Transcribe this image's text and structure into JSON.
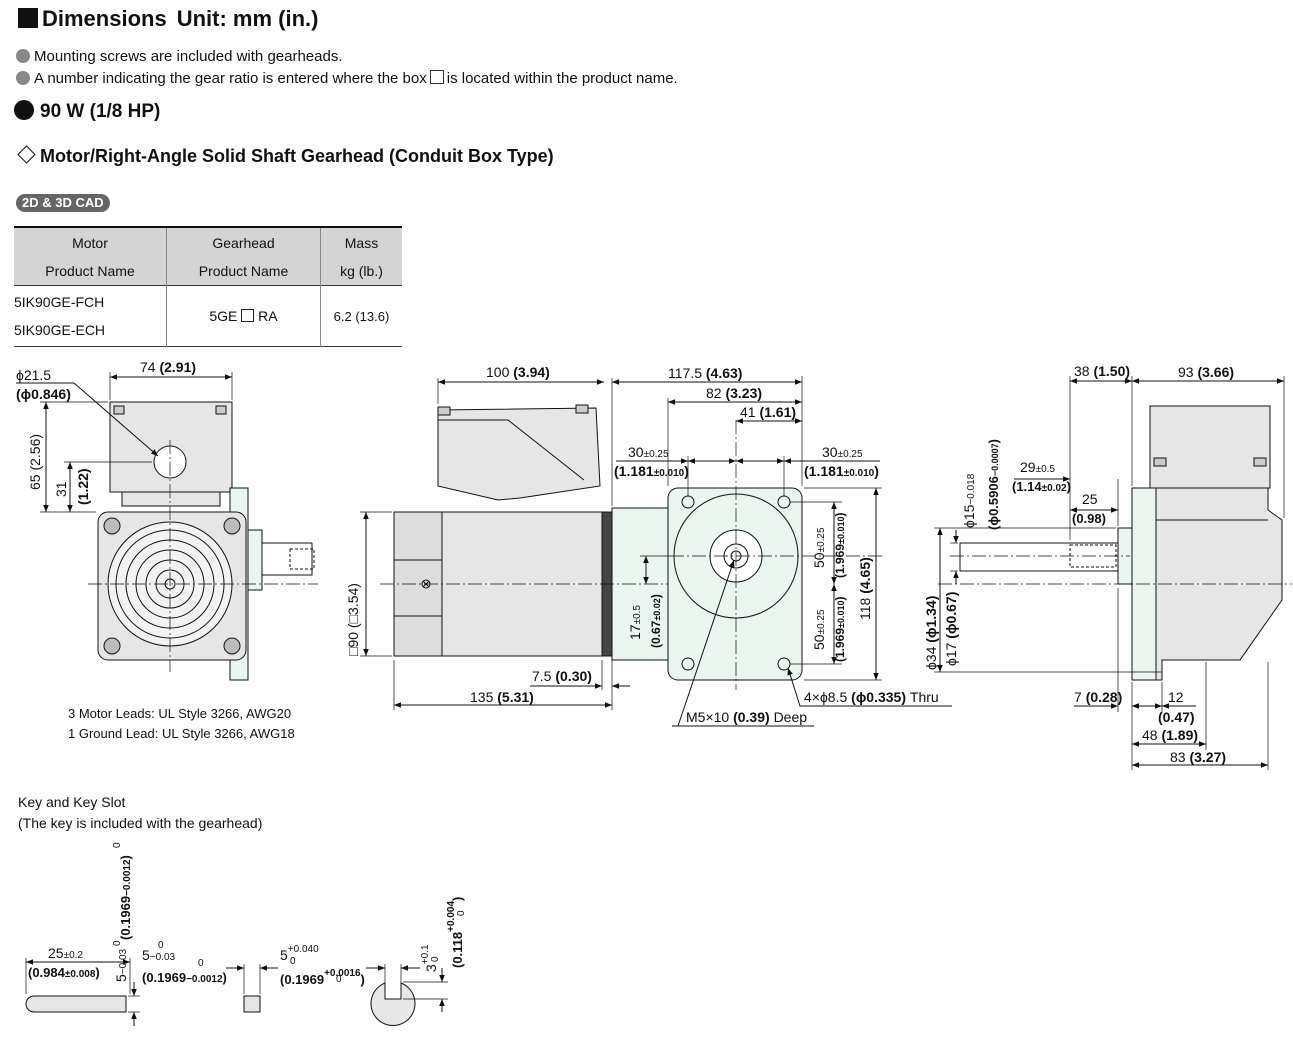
{
  "header": {
    "title": "Dimensions",
    "unit": "Unit: mm (in.)"
  },
  "notes": [
    "Mounting screws are included with gearheads.",
    "A number indicating the gear ratio is entered where the box",
    "is located within the product name."
  ],
  "power_heading": "90 W (1/8 HP)",
  "product_heading": "Motor/Right-Angle Solid Shaft Gearhead (Conduit Box Type)",
  "cad_button": "2D & 3D CAD",
  "table": {
    "headers": [
      [
        "Motor",
        "Product  Name"
      ],
      [
        "Gearhead",
        "Product  Name"
      ],
      [
        "Mass",
        "kg (lb.)"
      ]
    ],
    "motor_names": [
      "5IK90GE-FCH",
      "5IK90GE-ECH"
    ],
    "gearhead_prefix": "5GE",
    "gearhead_suffix": "RA",
    "mass": "6.2 (13.6)"
  },
  "front_view": {
    "dim_top": "74",
    "dim_top_in": "(2.91)",
    "hole_d": "ϕ21.5",
    "hole_d_in": "(ϕ0.846)",
    "dim_65": "65 (2.56)",
    "dim_31": "31",
    "dim_31_in": "(1.22)",
    "leads_1": "3 Motor Leads: UL Style 3266, AWG20",
    "leads_2": "1 Ground Lead: UL Style 3266, AWG18"
  },
  "side_view": {
    "d100": "100",
    "d100_in": "(3.94)",
    "d117": "117.5",
    "d117_in": "(4.63)",
    "d82": "82",
    "d82_in": "(3.23)",
    "d41": "41",
    "d41_in": "(1.61)",
    "d30": "30",
    "tol025": "±0.25",
    "d30_in": "(1.181",
    "tol010": "±0.010",
    "close": ")",
    "sq90": "□90 (□3.54)",
    "d17": "17",
    "tol05": "±0.5",
    "d17_in": "(0.67",
    "tol002": "±0.02",
    "d50": "50",
    "d50_in": "(1.969",
    "d118": "118",
    "d118_in": "(4.65)",
    "d75": "7.5",
    "d75_in": "(0.30)",
    "d135": "135",
    "d135_in": "(5.31)",
    "holes": "4×ϕ8.5",
    "holes_in": "(ϕ0.335)",
    "thru": "Thru",
    "tap": "M5×10",
    "tap_in": "(0.39)",
    "deep": "Deep"
  },
  "right_view": {
    "d38": "38",
    "d38_in": "(1.50)",
    "d93": "93",
    "d93_in": "(3.66)",
    "d15": "ϕ15",
    "d15_tol": "−0.018",
    "d15_in": "(ϕ0.5906",
    "d15_tol_in": "−0.0007",
    "zero": "0",
    "d29": "29",
    "tol05": "±0.5",
    "d29_in": "(1.14",
    "tol002": "±0.02",
    "d25": "25",
    "d25_in": "(0.98)",
    "d34": "ϕ34",
    "d34_in": "(ϕ1.34)",
    "d17": "ϕ17",
    "d17_in": "(ϕ0.67)",
    "d7": "7",
    "d7_in": "(0.28)",
    "d12": "12",
    "d12_in": "(0.47)",
    "d48": "48",
    "d48_in": "(1.89)",
    "d83": "83",
    "d83_in": "(3.27)"
  },
  "key": {
    "title": "Key and Key Slot",
    "subtitle": "(The key is included with the gearhead)",
    "d25": "25",
    "tol02": "±0.2",
    "d25_in": "(0.984",
    "tol008": "±0.008",
    "d5": "5",
    "tol003": "−0.03",
    "d5_in": "(0.1969",
    "tol0012": "−0.0012",
    "slot5": "5",
    "slot_tol": "+0.040",
    "slot_in": "(0.1969",
    "slot_tol_in": "+0.0016",
    "d3": "3",
    "d3_tol": "+0.1",
    "d3_in": "(0.118",
    "d3_tol_in": "+0.004",
    "zero": "0",
    "close": ")"
  }
}
